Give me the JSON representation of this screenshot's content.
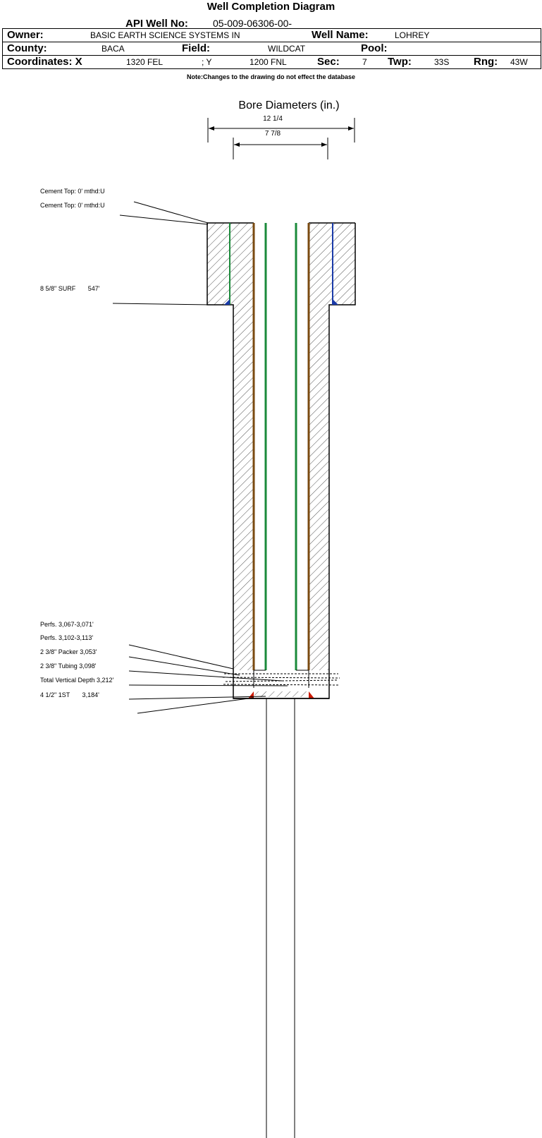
{
  "header": {
    "title": "Well Completion Diagram",
    "api_label": "API Well No:",
    "api_value": "05-009-06306-00-",
    "owner_label": "Owner:",
    "owner_value": "BASIC EARTH SCIENCE SYSTEMS IN",
    "well_name_label": "Well Name:",
    "well_name_value": "LOHREY",
    "county_label": "County:",
    "county_value": "BACA",
    "field_label": "Field:",
    "field_value": "WILDCAT",
    "pool_label": "Pool:",
    "pool_value": "",
    "coords_label": "Coordinates: X",
    "x_value": "1320 FEL",
    "y_label": "; Y",
    "y_value": "1200 FNL",
    "sec_label": "Sec:",
    "sec_value": "7",
    "twp_label": "Twp:",
    "twp_value": "33S",
    "rng_label": "Rng:",
    "rng_value": "43W"
  },
  "note": "Note:Changes to the drawing do not effect the database",
  "diagram": {
    "bore_title": "Bore Diameters (in.)",
    "bore_outer": "12 1/4",
    "bore_inner": "7 7/8",
    "callouts_top": [
      "Cement Top: 0' mthd:U",
      "Cement Top: 0' mthd:U"
    ],
    "surface_casing": "8 5/8\" SURF       547'",
    "callouts_bottom": [
      "Perfs. 3,067-3,071'",
      "Perfs. 3,102-3,113'",
      "2 3/8\" Packer 3,053'",
      "2 3/8\" Tubing 3,098'",
      "Total Vertical Depth 3,212'",
      "4 1/2\" 1ST       3,184'"
    ]
  },
  "colors": {
    "casing_brown": "#7a4a10",
    "tubing_green": "#1a8a3a",
    "surface_blue": "#1a3aa8",
    "shoe_red": "#cc1a00"
  }
}
